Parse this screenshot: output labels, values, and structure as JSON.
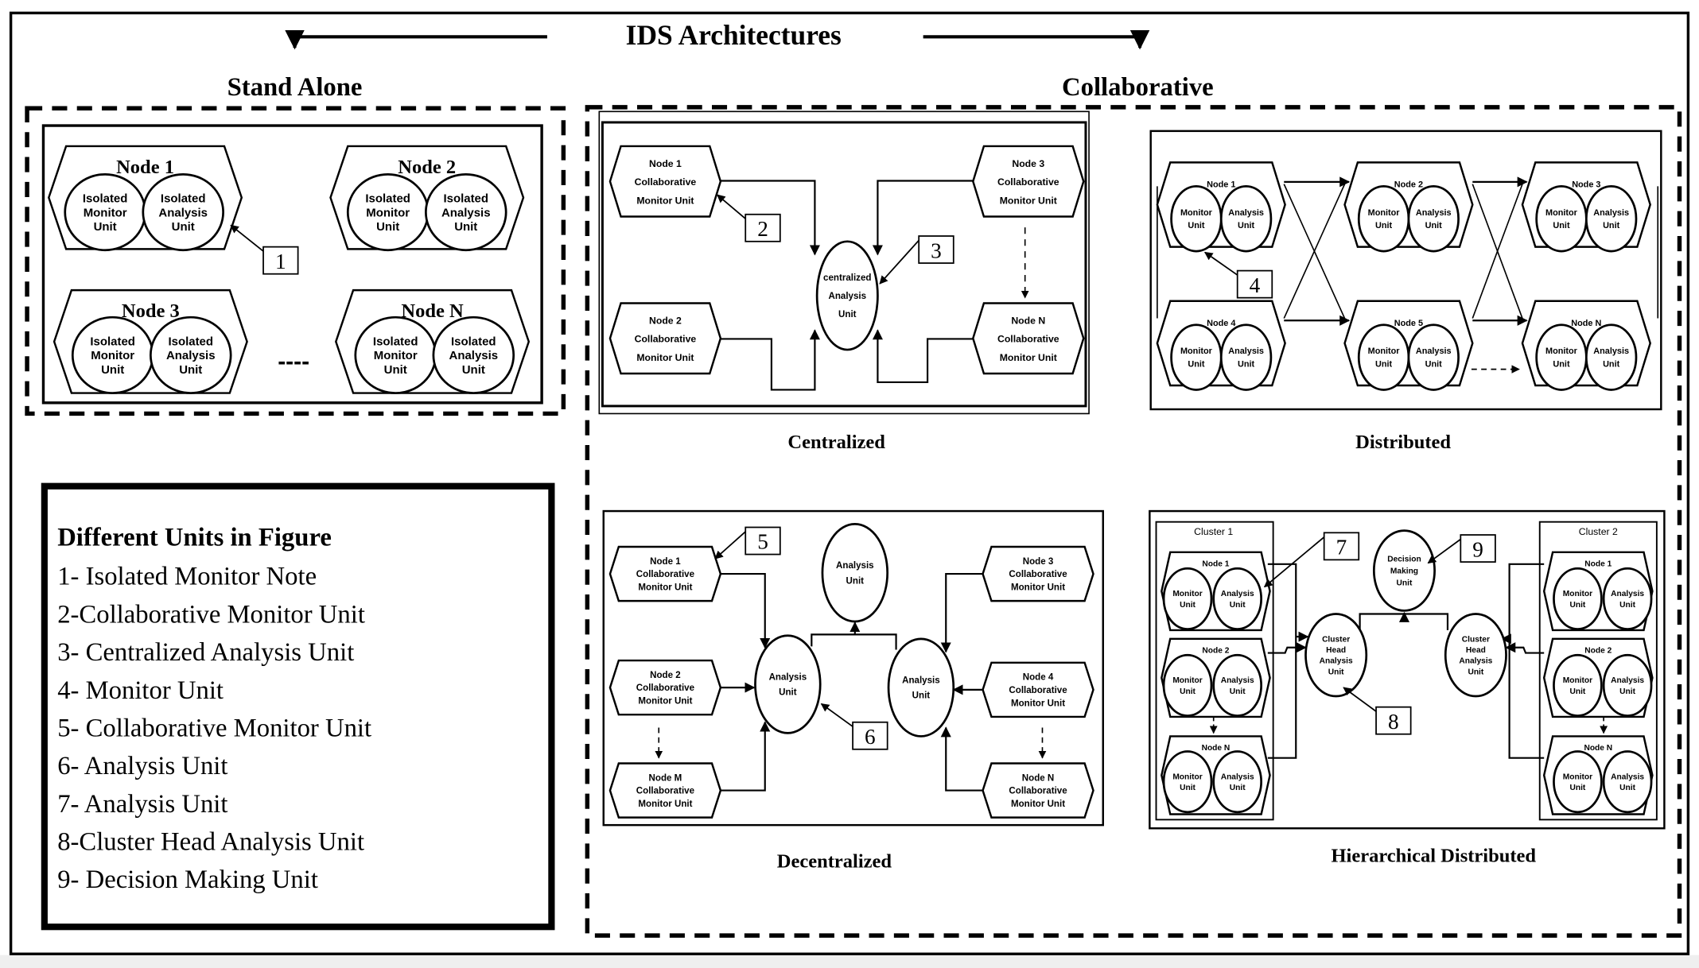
{
  "title": "IDS Architectures",
  "stand_alone": {
    "title": "Stand Alone",
    "nodes": [
      {
        "label": "Node 1",
        "units": [
          [
            "Isolated",
            "Monitor",
            "Unit"
          ],
          [
            "Isolated",
            "Analysis",
            "Unit"
          ]
        ]
      },
      {
        "label": "Node 2",
        "units": [
          [
            "Isolated",
            "Monitor",
            "Unit"
          ],
          [
            "Isolated",
            "Analysis",
            "Unit"
          ]
        ]
      },
      {
        "label": "Node 3",
        "units": [
          [
            "Isolated",
            "Monitor",
            "Unit"
          ],
          [
            "Isolated",
            "Analysis",
            "Unit"
          ]
        ]
      },
      {
        "label": "Node N",
        "units": [
          [
            "Isolated",
            "Monitor",
            "Unit"
          ],
          [
            "Isolated",
            "Analysis",
            "Unit"
          ]
        ]
      }
    ],
    "ellipsis": "----",
    "callout": "1"
  },
  "legend": {
    "heading": "Different Units in Figure",
    "items": [
      "1- Isolated Monitor Note",
      "2-Collaborative Monitor Unit",
      "3- Centralized Analysis Unit",
      "4- Monitor Unit",
      "5- Collaborative Monitor Unit",
      "6- Analysis Unit",
      "7- Analysis Unit",
      "8-Cluster Head Analysis Unit",
      "9- Decision Making Unit"
    ]
  },
  "collaborative": {
    "title": "Collaborative",
    "centralized": {
      "label": "Centralized",
      "nodes": [
        [
          "Node 1",
          "Collaborative",
          "Monitor Unit"
        ],
        [
          "Node 2",
          "Collaborative",
          "Monitor Unit"
        ],
        [
          "Node 3",
          "Collaborative",
          "Monitor Unit"
        ],
        [
          "Node N",
          "Collaborative",
          "Monitor Unit"
        ]
      ],
      "center": [
        "centralized",
        "Analysis",
        "Unit"
      ],
      "callouts": [
        "2",
        "3"
      ]
    },
    "distributed": {
      "label": "Distributed",
      "nodes": [
        {
          "label": "Node 1",
          "units": [
            [
              "Monitor",
              "Unit"
            ],
            [
              "Analysis",
              "Unit"
            ]
          ]
        },
        {
          "label": "Node 2",
          "units": [
            [
              "Monitor",
              "Unit"
            ],
            [
              "Analysis",
              "Unit"
            ]
          ]
        },
        {
          "label": "Node 3",
          "units": [
            [
              "Monitor",
              "Unit"
            ],
            [
              "Analysis",
              "Unit"
            ]
          ]
        },
        {
          "label": "Node 4",
          "units": [
            [
              "Monitor",
              "Unit"
            ],
            [
              "Analysis",
              "Unit"
            ]
          ]
        },
        {
          "label": "Node 5",
          "units": [
            [
              "Monitor",
              "Unit"
            ],
            [
              "Analysis",
              "Unit"
            ]
          ]
        },
        {
          "label": "Node N",
          "units": [
            [
              "Monitor",
              "Unit"
            ],
            [
              "Analysis",
              "Unit"
            ]
          ]
        }
      ],
      "callout": "4"
    },
    "decentralized": {
      "label": "Decentralized",
      "nodes": [
        [
          "Node 1",
          "Collaborative",
          "Monitor Unit"
        ],
        [
          "Node 2",
          "Collaborative",
          "Monitor Unit"
        ],
        [
          "Node M",
          "Collaborative",
          "Monitor Unit"
        ],
        [
          "Node 3",
          "Collaborative",
          "Monitor Unit"
        ],
        [
          "Node 4",
          "Collaborative",
          "Monitor Unit"
        ],
        [
          "Node N",
          "Collaborative",
          "Monitor Unit"
        ]
      ],
      "analysis_units": [
        [
          "Analysis",
          "Unit"
        ],
        [
          "Analysis",
          "Unit"
        ],
        [
          "Analysis",
          "Unit"
        ]
      ],
      "callouts": [
        "5",
        "6"
      ]
    },
    "hierarchical": {
      "label": "Hierarchical Distributed",
      "clusters": [
        {
          "label": "Cluster 1",
          "nodes": [
            {
              "label": "Node 1",
              "units": [
                [
                  "Monitor",
                  "Unit"
                ],
                [
                  "Analysis",
                  "Unit"
                ]
              ]
            },
            {
              "label": "Node 2",
              "units": [
                [
                  "Monitor",
                  "Unit"
                ],
                [
                  "Analysis",
                  "Unit"
                ]
              ]
            },
            {
              "label": "Node N",
              "units": [
                [
                  "Monitor",
                  "Unit"
                ],
                [
                  "Analysis",
                  "Unit"
                ]
              ]
            }
          ]
        },
        {
          "label": "Cluster 2",
          "nodes": [
            {
              "label": "Node 1",
              "units": [
                [
                  "Monitor",
                  "Unit"
                ],
                [
                  "Analysis",
                  "Unit"
                ]
              ]
            },
            {
              "label": "Node 2",
              "units": [
                [
                  "Monitor",
                  "Unit"
                ],
                [
                  "Analysis",
                  "Unit"
                ]
              ]
            },
            {
              "label": "Node N",
              "units": [
                [
                  "Monitor",
                  "Unit"
                ],
                [
                  "Analysis",
                  "Unit"
                ]
              ]
            }
          ]
        }
      ],
      "cluster_heads": [
        [
          "Cluster",
          "Head",
          "Analysis",
          "Unit"
        ],
        [
          "Cluster",
          "Head",
          "Analysis",
          "Unit"
        ]
      ],
      "decision": [
        "Decision",
        "Making",
        "Unit"
      ],
      "callouts": [
        "7",
        "8",
        "9"
      ]
    }
  }
}
